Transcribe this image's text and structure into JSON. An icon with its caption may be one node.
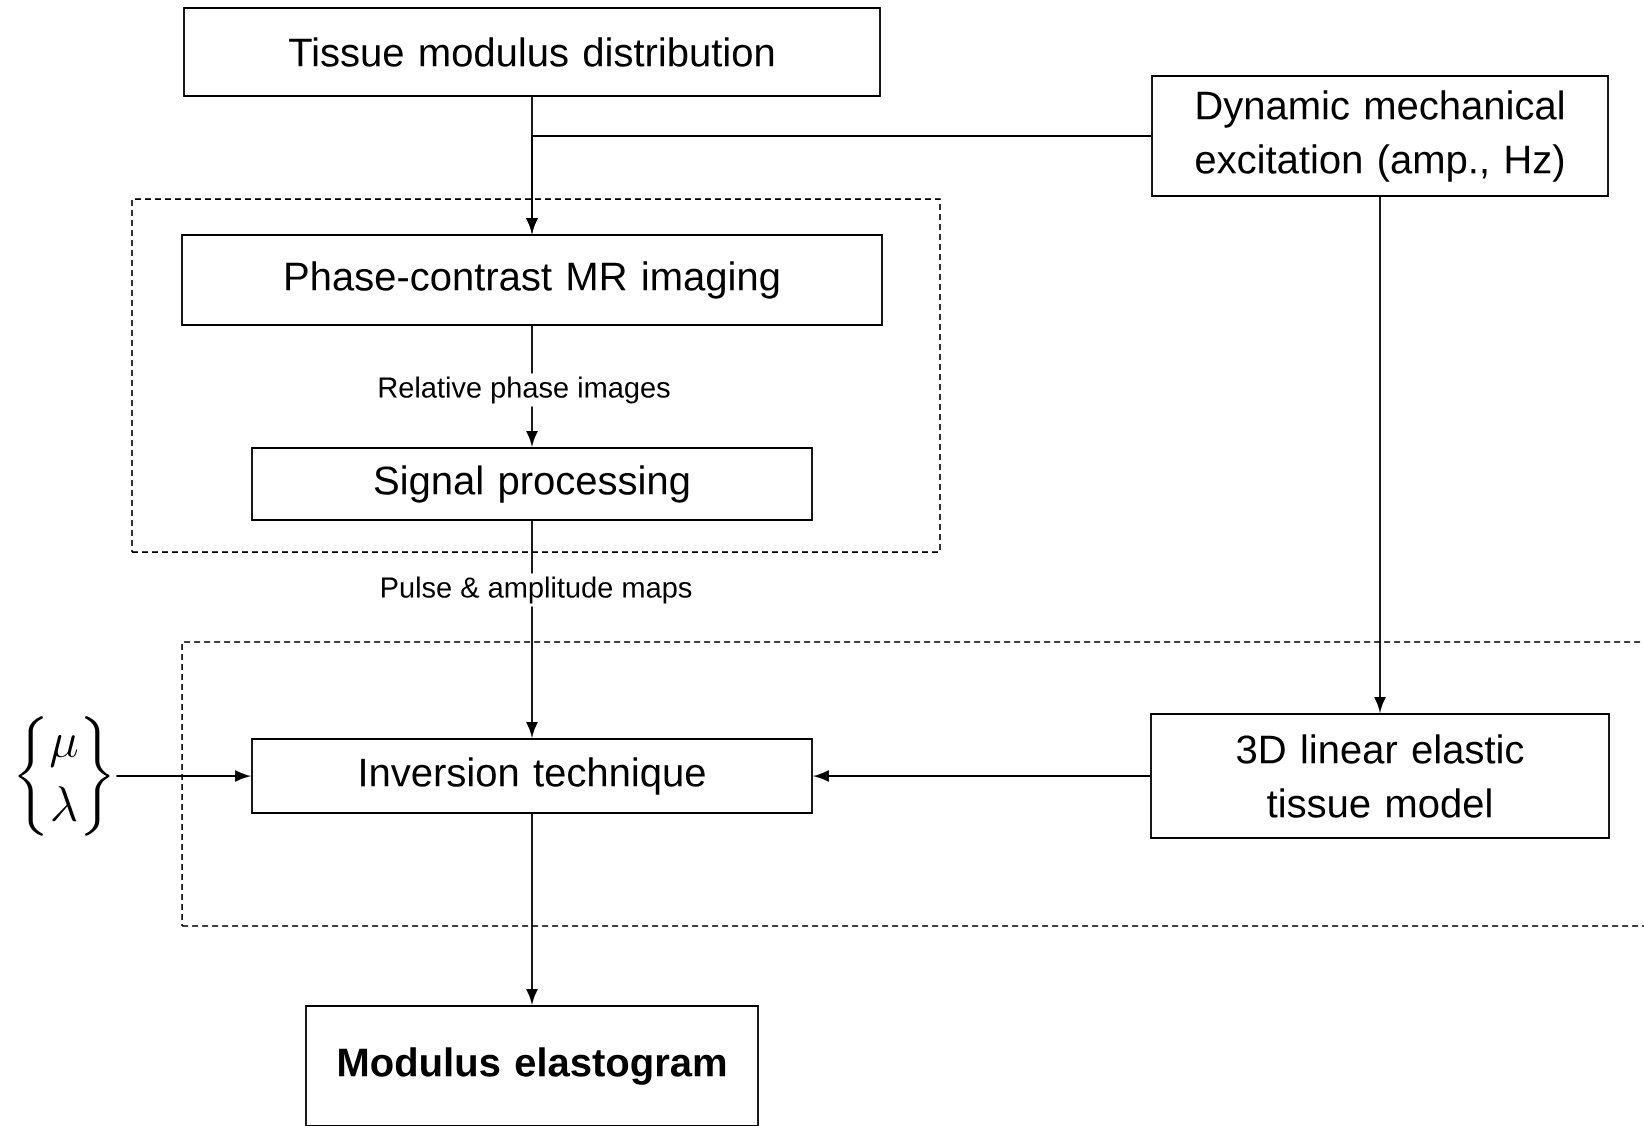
{
  "diagram": {
    "nodes": [
      {
        "text": [
          "Tissue modulus distribution"
        ]
      },
      {
        "text": [
          "Dynamic mechanical excitation (amp., Hz)"
        ]
      },
      {
        "text": [],
        "shape": "box"
      },
      {
        "text": [
          "Phase-contrast MR imaging"
        ],
        "in": 2
      },
      {
        "text": [
          "Signal processing"
        ],
        "in": 2
      },
      {
        "text": [],
        "shape": "box"
      },
      {
        "text": [
          "Inversion technique"
        ],
        "in": 5
      },
      {
        "text": [
          "3D linear elastic tissue model"
        ],
        "in": 5
      },
      {
        "text": [
          "\\left\\{\\begin{matrix}\\mu\\\\\\lambda\\end{matrix}\\right\\}"
        ]
      },
      {
        "text": [
          "Modulus elastogram"
        ]
      }
    ],
    "edges": [
      {
        "from": 0,
        "to": 3,
        "arrow": "to"
      },
      {
        "from": 1,
        "to": 3,
        "arrow": "to"
      },
      {
        "from": 3,
        "to": 4,
        "arrow": "to",
        "label": "Relative phase images"
      },
      {
        "from": 4,
        "to": 6,
        "arrow": "to",
        "label": "Pulse & amplitude maps"
      },
      {
        "from": 1,
        "to": 7,
        "arrow": "to"
      },
      {
        "from": 7,
        "to": 6,
        "arrow": "to"
      },
      {
        "from": 8,
        "to": 6,
        "arrow": "to"
      },
      {
        "from": 6,
        "to": 9,
        "arrow": "to"
      }
    ]
  }
}
